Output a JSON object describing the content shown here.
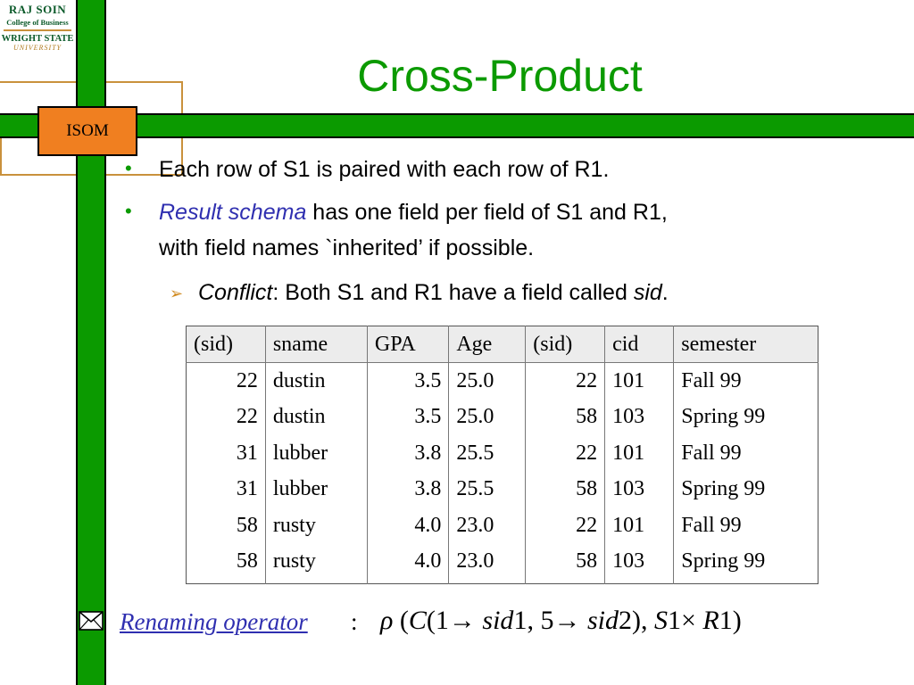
{
  "logo": {
    "line1": "RAJ SOIN",
    "line2": "College of Business",
    "line3": "WRIGHT STATE",
    "line4": "UNIVERSITY"
  },
  "badge": "ISOM",
  "title": "Cross-Product",
  "bullets": {
    "b1": "Each row of S1 is paired with each row of R1.",
    "b2_em": "Result schema",
    "b2_rest": " has one field per field of S1 and R1,",
    "b2_line2": "with field names `inherited’ if possible.",
    "sub_em": "Conflict",
    "sub_mid": ":  Both S1 and R1 have a field called ",
    "sub_em2": "sid",
    "sub_end": "."
  },
  "table": {
    "headers": [
      "(sid)",
      "sname",
      "GPA",
      "Age",
      "(sid)",
      "cid",
      "semester"
    ],
    "rows": [
      [
        "22",
        "dustin",
        "3.5",
        "25.0",
        "22",
        "101",
        "Fall 99"
      ],
      [
        "22",
        "dustin",
        "3.5",
        "25.0",
        "58",
        "103",
        "Spring 99"
      ],
      [
        "31",
        "lubber",
        "3.8",
        "25.5",
        "22",
        "101",
        "Fall 99"
      ],
      [
        "31",
        "lubber",
        "3.8",
        "25.5",
        "58",
        "103",
        "Spring 99"
      ],
      [
        "58",
        "rusty",
        "4.0",
        "23.0",
        "22",
        "101",
        "Fall 99"
      ],
      [
        "58",
        "rusty",
        "4.0",
        "23.0",
        "58",
        "103",
        "Spring 99"
      ]
    ]
  },
  "footer": {
    "label": "Renaming operator",
    "colon": ":",
    "rho": "ρ",
    "f1": " (",
    "C": "C",
    "f2": "(1→ ",
    "sid_a": "sid",
    "f3": "1, 5→ ",
    "sid_b": "sid",
    "f4": "2), ",
    "S": "S",
    "f5": "1× ",
    "R": "R",
    "f6": "1)"
  }
}
